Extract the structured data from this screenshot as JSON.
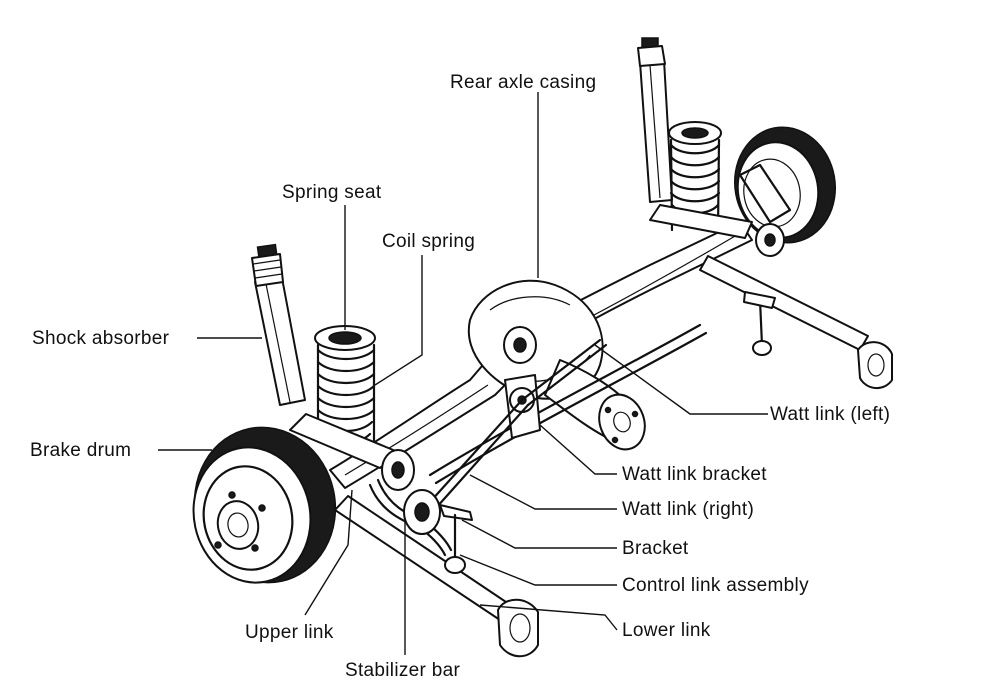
{
  "labels": {
    "rear_axle_casing": "Rear axle casing",
    "spring_seat": "Spring seat",
    "coil_spring": "Coil spring",
    "shock_absorber": "Shock absorber",
    "brake_drum": "Brake drum",
    "watt_link_left": "Watt link (left)",
    "watt_link_bracket": "Watt link bracket",
    "watt_link_right": "Watt link (right)",
    "bracket": "Bracket",
    "control_link_assembly": "Control link assembly",
    "lower_link": "Lower link",
    "upper_link": "Upper link",
    "stabilizer_bar": "Stabilizer bar"
  },
  "colors": {
    "ink": "#111111",
    "background": "#ffffff"
  }
}
